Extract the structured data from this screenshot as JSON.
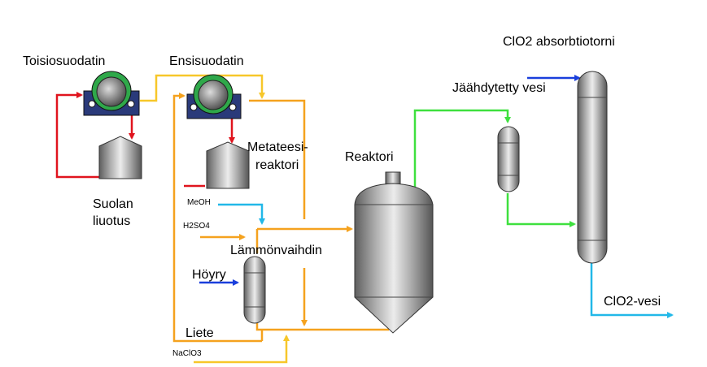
{
  "labels": {
    "toisiosuodatin": "Toisiosuodatin",
    "ensisuodatin": "Ensisuodatin",
    "clo2_absorbtiotorni": "ClO2 absorbtiotorni",
    "jaahdytetty_vesi": "Jäähdytetty vesi",
    "metateesi_line1": "Metateesi-",
    "metateesi_line2": "reaktori",
    "reaktori": "Reaktori",
    "suolan_line1": "Suolan",
    "suolan_line2": "liuotus",
    "meoh": "MeOH",
    "h2so4": "H2SO4",
    "lammonvaihdin": "Lämmönvaihdin",
    "hoyry": "Höyry",
    "liete": "Liete",
    "naclo3": "NaClO3",
    "clo2_vesi": "ClO2-vesi"
  },
  "colors": {
    "red_stream": "#e0141e",
    "orange_stream": "#f5a21e",
    "yellow_stream": "#f7c72a",
    "green_stream": "#3ee03e",
    "cyan_stream": "#22b8e8",
    "blue_stream": "#1a3fdc",
    "filter_frame": "#2a3a7a",
    "filter_drum": "#2fa84a"
  },
  "icons": {
    "rotary_filter": "rotary-drum-filter-icon",
    "tank": "storage-tank-icon",
    "reactor": "conical-reactor-icon",
    "heat_exchanger": "vertical-vessel-icon",
    "column": "absorption-column-icon"
  }
}
